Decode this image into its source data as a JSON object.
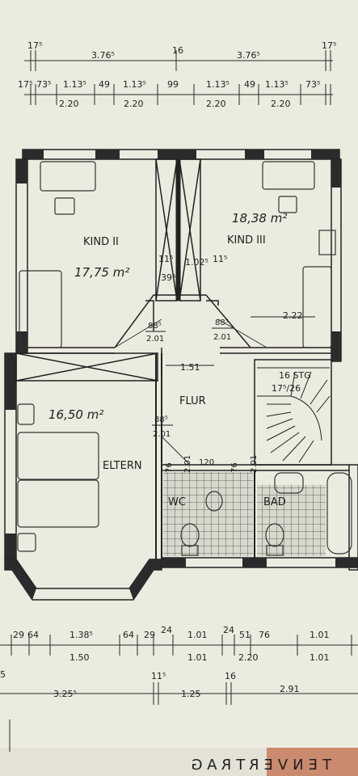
{
  "top_dims": {
    "row1": [
      "17⁵",
      "3.76⁵",
      "16",
      "3.76⁵",
      "17⁵"
    ],
    "row2_top": [
      "17⁵",
      "73⁵",
      "1.13⁵",
      "49",
      "1.13⁵",
      "99",
      "1.13⁵",
      "49",
      "1.13⁵",
      "73⁵"
    ],
    "row2_bottom": [
      "2.20",
      "2.20",
      "2.20",
      "2.20"
    ]
  },
  "rooms": {
    "kind2": {
      "label": "KIND II",
      "area": "17,75 m²"
    },
    "kind3": {
      "label": "KIND III",
      "area": "18,38 m²"
    },
    "eltern": {
      "label": "ELTERN",
      "area": "16,50 m²"
    },
    "flur": {
      "label": "FLUR"
    },
    "wc": {
      "label": "WC"
    },
    "bad": {
      "label": "BAD"
    }
  },
  "plan_dims": {
    "wall_a": "11⁵",
    "wall_b": "39⁵",
    "wall_c": "1.02⁵",
    "wall_d": "11⁵",
    "flur_width": "1.51",
    "kind3_depth": "2.22",
    "doors": [
      {
        "w": "88⁵",
        "h": "2.01"
      },
      {
        "w": "88⁵",
        "h": "2.01"
      },
      {
        "w": "88⁵",
        "h": "2.01"
      }
    ],
    "bath_doors": [
      "76",
      "2.01",
      "76",
      "2.01"
    ],
    "bath_mid": "120",
    "stair": {
      "count": "16 STG",
      "size": "17⁵/26"
    }
  },
  "bottom_dims": {
    "row1_top": [
      "29",
      "64",
      "1.38⁵",
      "64",
      "29",
      "24",
      "1.01",
      "24",
      "51",
      "76",
      "1.01"
    ],
    "row1_bottom": [
      "1.50",
      "1.01",
      "2.20",
      "1.01"
    ],
    "row2": [
      "3.25⁵",
      "11⁵",
      "1.25",
      "16",
      "2.91"
    ],
    "left_partial": "5"
  },
  "footer_text": "TENVERTRAG"
}
